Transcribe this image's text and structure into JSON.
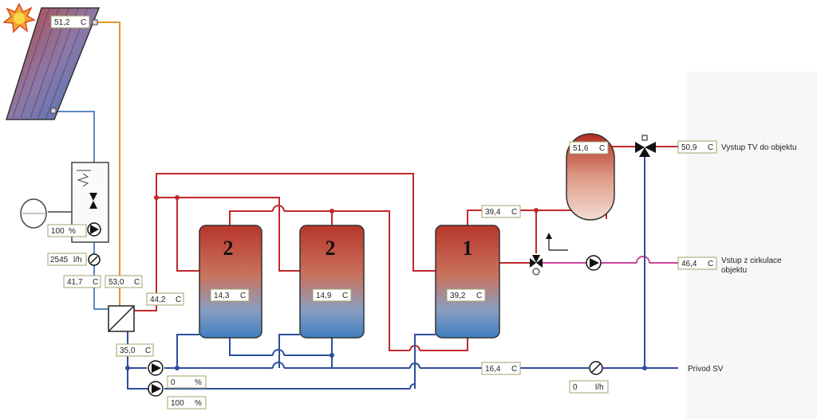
{
  "colors": {
    "hot": "#c0282d",
    "cold": "#2a4f9c",
    "solar_supply": "#e0962f",
    "solar_return": "#5c88c4",
    "circulation": "#c8479a",
    "value_box_border": "#9da36a"
  },
  "solar": {
    "collector_temp": {
      "value": "51,2",
      "unit": "C"
    }
  },
  "solar_station": {
    "pump_speed": {
      "value": "100",
      "unit": "%"
    },
    "flow": {
      "value": "2545",
      "unit": "l/h"
    },
    "return_temp": {
      "value": "41,7",
      "unit": "C"
    },
    "supply_temp": {
      "value": "53,0",
      "unit": "C"
    }
  },
  "heat_exchanger": {
    "outlet_temp": {
      "value": "44,2",
      "unit": "C"
    },
    "inlet_temp": {
      "value": "35,0",
      "unit": "C"
    }
  },
  "tanks": [
    {
      "number": "2",
      "temp": {
        "value": "14,3",
        "unit": "C"
      }
    },
    {
      "number": "2",
      "temp": {
        "value": "14,9",
        "unit": "C"
      }
    },
    {
      "number": "1",
      "temp": {
        "value": "39,2",
        "unit": "C"
      }
    }
  ],
  "tank1_outlet": {
    "value": "39,4",
    "unit": "C"
  },
  "backup_heater": {
    "value": "51,6",
    "unit": "C"
  },
  "hot_water_output": {
    "value": "50,9",
    "unit": "C",
    "label": "Vystup TV do objektu"
  },
  "circulation_input": {
    "value": "46,4",
    "unit": "C",
    "label_line1": "Vstup z cirkulace",
    "label_line2": "objektu"
  },
  "cold_water": {
    "temp": {
      "value": "16,4",
      "unit": "C"
    },
    "flow": {
      "value": "0",
      "unit": "l/h"
    },
    "label": "Privod SV"
  },
  "pump_low_1": {
    "value": "0",
    "unit": "%"
  },
  "pump_low_2": {
    "value": "100",
    "unit": "%"
  }
}
